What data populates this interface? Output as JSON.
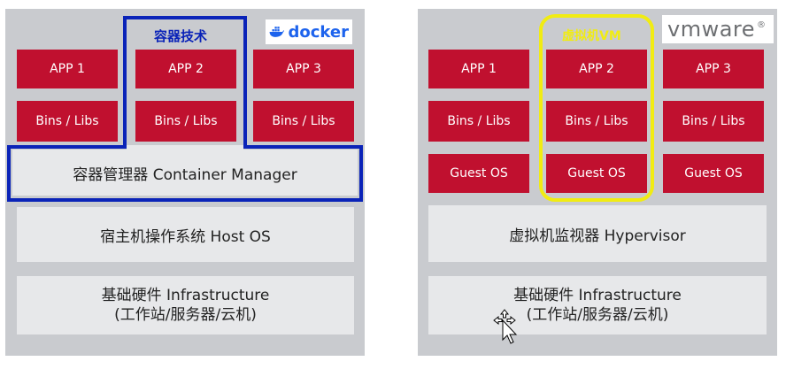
{
  "docker": {
    "label": "容器技术",
    "logo_text": "docker",
    "apps": [
      "APP 1",
      "APP 2",
      "APP 3"
    ],
    "bins": [
      "Bins / Libs",
      "Bins / Libs",
      "Bins / Libs"
    ],
    "manager": "容器管理器 Container Manager",
    "host_os": "宿主机操作系统 Host OS",
    "infra_line1": "基础硬件 Infrastructure",
    "infra_line2": "(工作站/服务器/云机)"
  },
  "vm": {
    "label": "虚拟机VM",
    "logo_text": "vmware",
    "apps": [
      "APP 1",
      "APP 2",
      "APP 3"
    ],
    "bins": [
      "Bins / Libs",
      "Bins / Libs",
      "Bins / Libs"
    ],
    "guests": [
      "Guest OS",
      "Guest OS",
      "Guest OS"
    ],
    "hypervisor": "虚拟机监视器 Hypervisor",
    "infra_line1": "基础硬件 Infrastructure",
    "infra_line2": "(工作站/服务器/云机)"
  },
  "colors": {
    "panel": "#c9cbcf",
    "red_block": "#c0102f",
    "grey_block": "#e7e8ea",
    "container_outline": "#0a23b8",
    "vm_outline": "#f1ec12",
    "docker_brand": "#1d63ed"
  }
}
